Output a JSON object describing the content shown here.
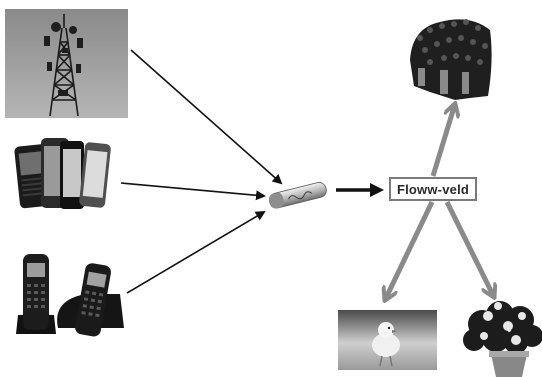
{
  "diagram": {
    "center_label": "Floww-veld",
    "sources": [
      "cell-tower",
      "smartphones",
      "cordless-phones"
    ],
    "device": "flow-device",
    "targets": [
      "crowd-of-people",
      "chick",
      "potted-flower"
    ]
  }
}
